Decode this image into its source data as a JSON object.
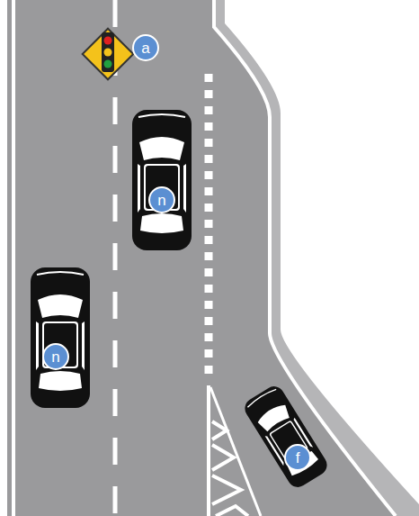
{
  "diagram": {
    "nodes": [
      {
        "text": [
          "a"
        ]
      },
      {
        "text": [
          "n"
        ]
      },
      {
        "text": [
          "n"
        ]
      },
      {
        "text": [
          "f"
        ]
      }
    ]
  }
}
